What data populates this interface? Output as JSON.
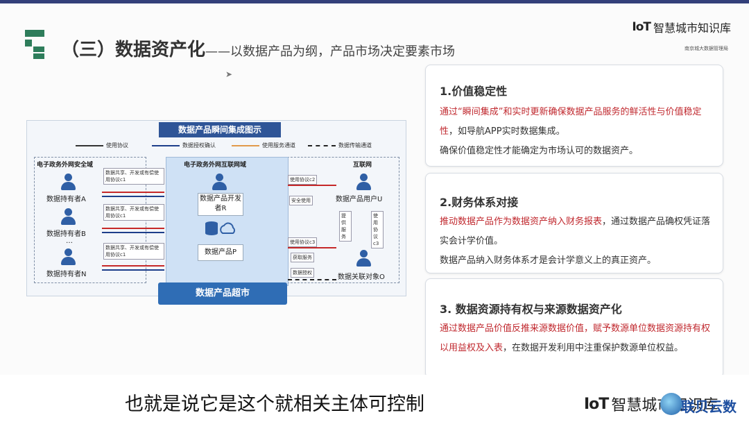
{
  "slide": {
    "title": "（三）数据资产化",
    "subtitle": "——以数据产品为纲，产品市场决定要素市场",
    "brand": {
      "mark": "IoT",
      "name": "智慧城市知识库",
      "sub": "南京城大数据管理局"
    }
  },
  "diagram": {
    "title": "数据产品瞬间集成图示",
    "legend": [
      "使用协议",
      "数据授权确认",
      "使用服务通道",
      "数据传输通道"
    ],
    "zones": {
      "left": "电子政务外网安全域",
      "mid": "电子政务外网互联网域",
      "right": "互联网"
    },
    "holders": [
      "数据持有者A",
      "数据持有者B",
      "数据持有者N"
    ],
    "ellipsis": "…",
    "holder_notes": [
      "数据共享、开发或有偿使用协议c1",
      "数据共享、开发或有偿使用协议c1",
      "数据共享、开发或有偿使用协议c1"
    ],
    "developer": "数据产品开发者R",
    "product": "数据产品P",
    "right_labels": {
      "user": "数据产品用户U",
      "subject": "数据关联对象O"
    },
    "right_notes": [
      "使用协议c2",
      "安全使用",
      "使用协议c3",
      "获取服务",
      "数据授权",
      "提供服务",
      "使用协议c3"
    ],
    "market": "数据产品超市"
  },
  "cards": [
    {
      "heading": "1.价值稳定性",
      "red": "通过“瞬间集成”和实时更新确保数据产品服务的鲜活性与价值稳定性",
      "rest": "，如导航APP实时数据集成。",
      "line2": "确保价值稳定性才能确定为市场认可的数据资产。"
    },
    {
      "heading": "2.财务体系对接",
      "red": "推动数据产品作为数据资产纳入财务报表",
      "rest": "，通过数据产品确权凭证落实会计学价值。",
      "line2": "数据产品纳入财务体系才是会计学意义上的真正资产。"
    },
    {
      "heading": "3. 数据资源持有权与来源数据资产化",
      "red": "通过数据产品价值反推来源数据价值，赋予数源单位数据资源持有权以用益权及入表",
      "rest": "，在数据开发利用中注重保护数源单位权益。",
      "line2": ""
    }
  ],
  "caption": {
    "text": "也就是说它是这个就相关主体可控制",
    "brand_mark": "IoT",
    "brand_name": "智慧城市知识库",
    "watermark": "联贝云数"
  },
  "colors": {
    "topbar": "#33407a",
    "green": "#2e7d5b",
    "blue": "#2f5597",
    "red": "#c0282e"
  }
}
